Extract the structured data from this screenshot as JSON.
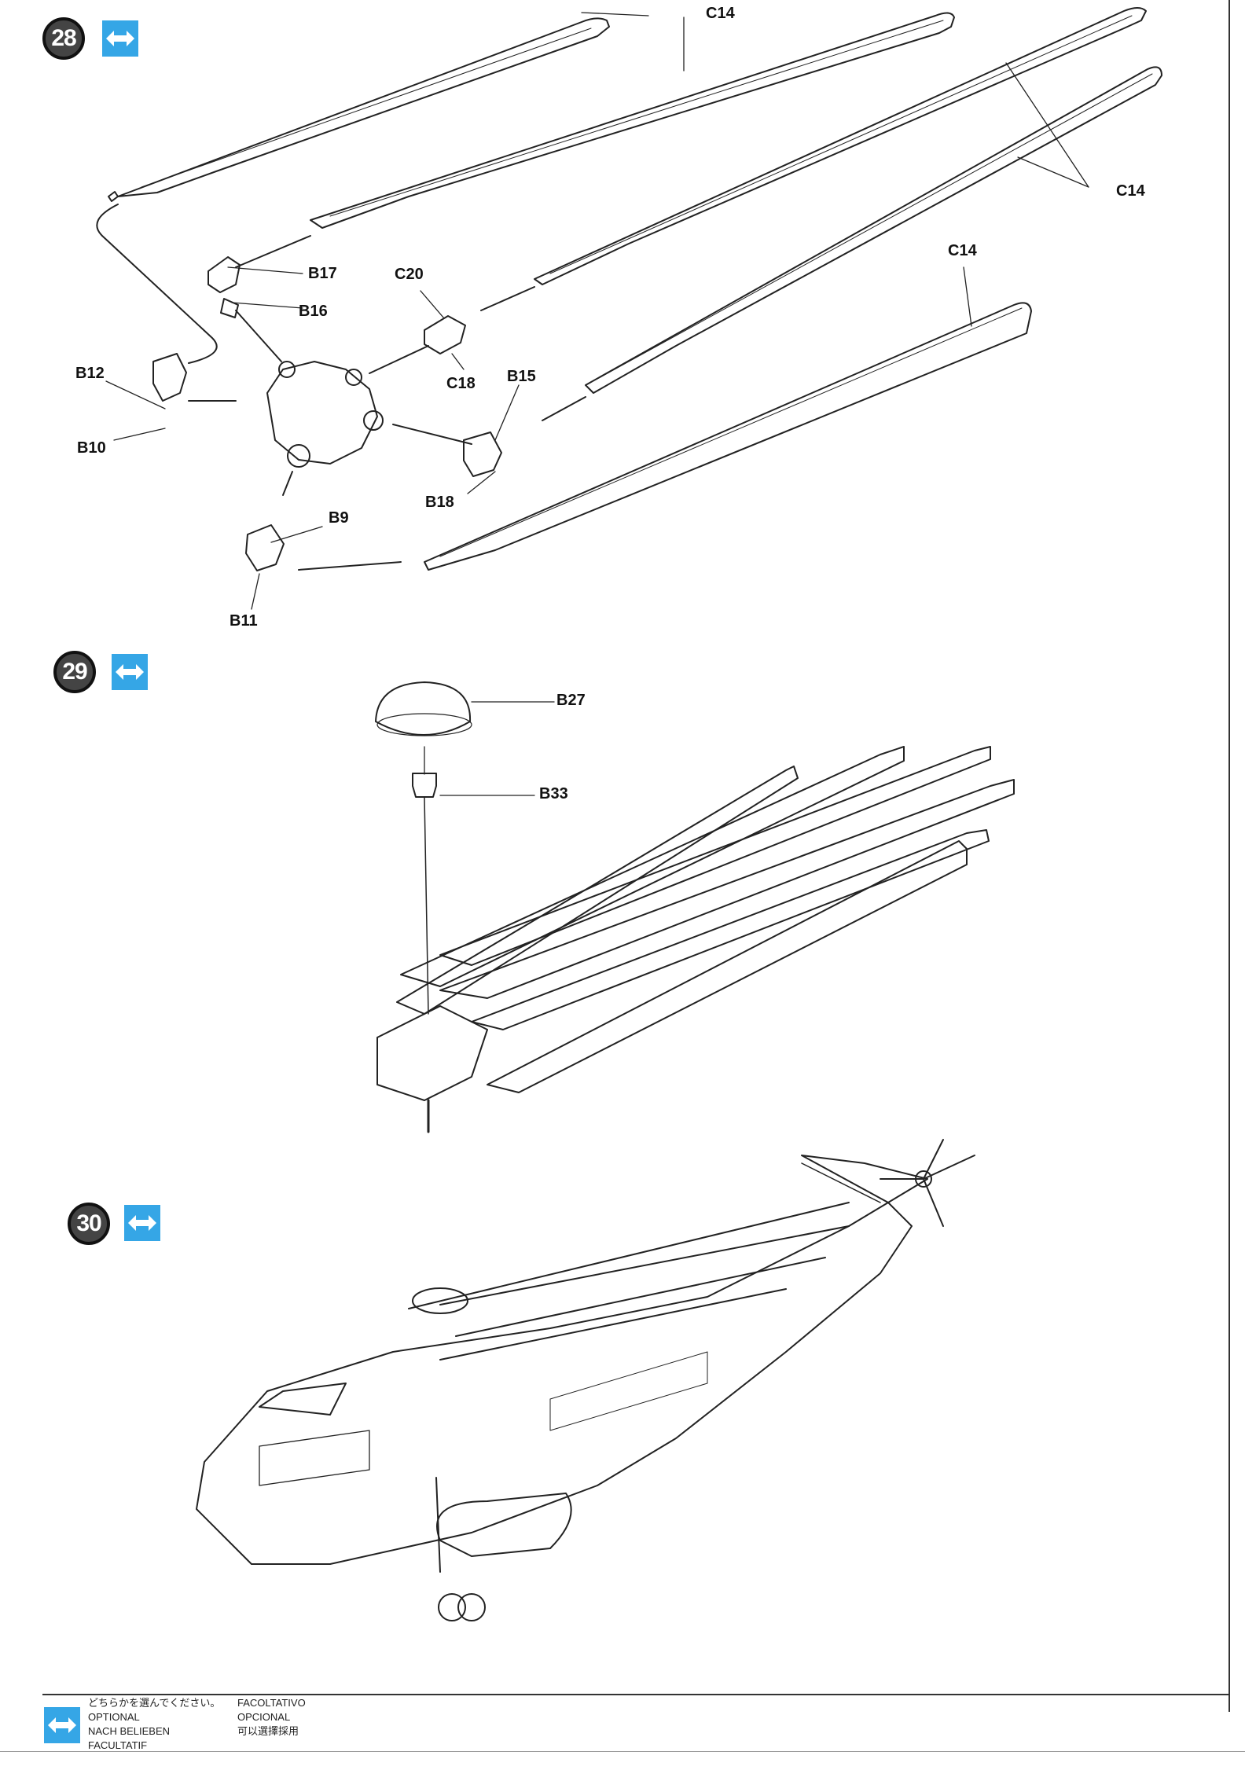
{
  "steps": [
    {
      "number": "28"
    },
    {
      "number": "29"
    },
    {
      "number": "30"
    }
  ],
  "parts": {
    "c14_a": "C14",
    "c14_b": "C14",
    "c14_c": "C14",
    "b17": "B17",
    "b16": "B16",
    "c20": "C20",
    "c18": "C18",
    "b12": "B12",
    "b10": "B10",
    "b15": "B15",
    "b18": "B18",
    "b9": "B9",
    "b11": "B11",
    "b27": "B27",
    "b33": "B33"
  },
  "legend": {
    "japanese": "どちらかを選んでください。",
    "english": "OPTIONAL",
    "german": "NACH BELIEBEN",
    "french": "FACULTATIF",
    "italian": "FACOLTATIVO",
    "spanish": "OPCIONAL",
    "chinese": "可以選擇採用"
  },
  "colors": {
    "optional_icon": "#35a6e6",
    "step_badge": "#444444",
    "line_art": "#222222"
  }
}
